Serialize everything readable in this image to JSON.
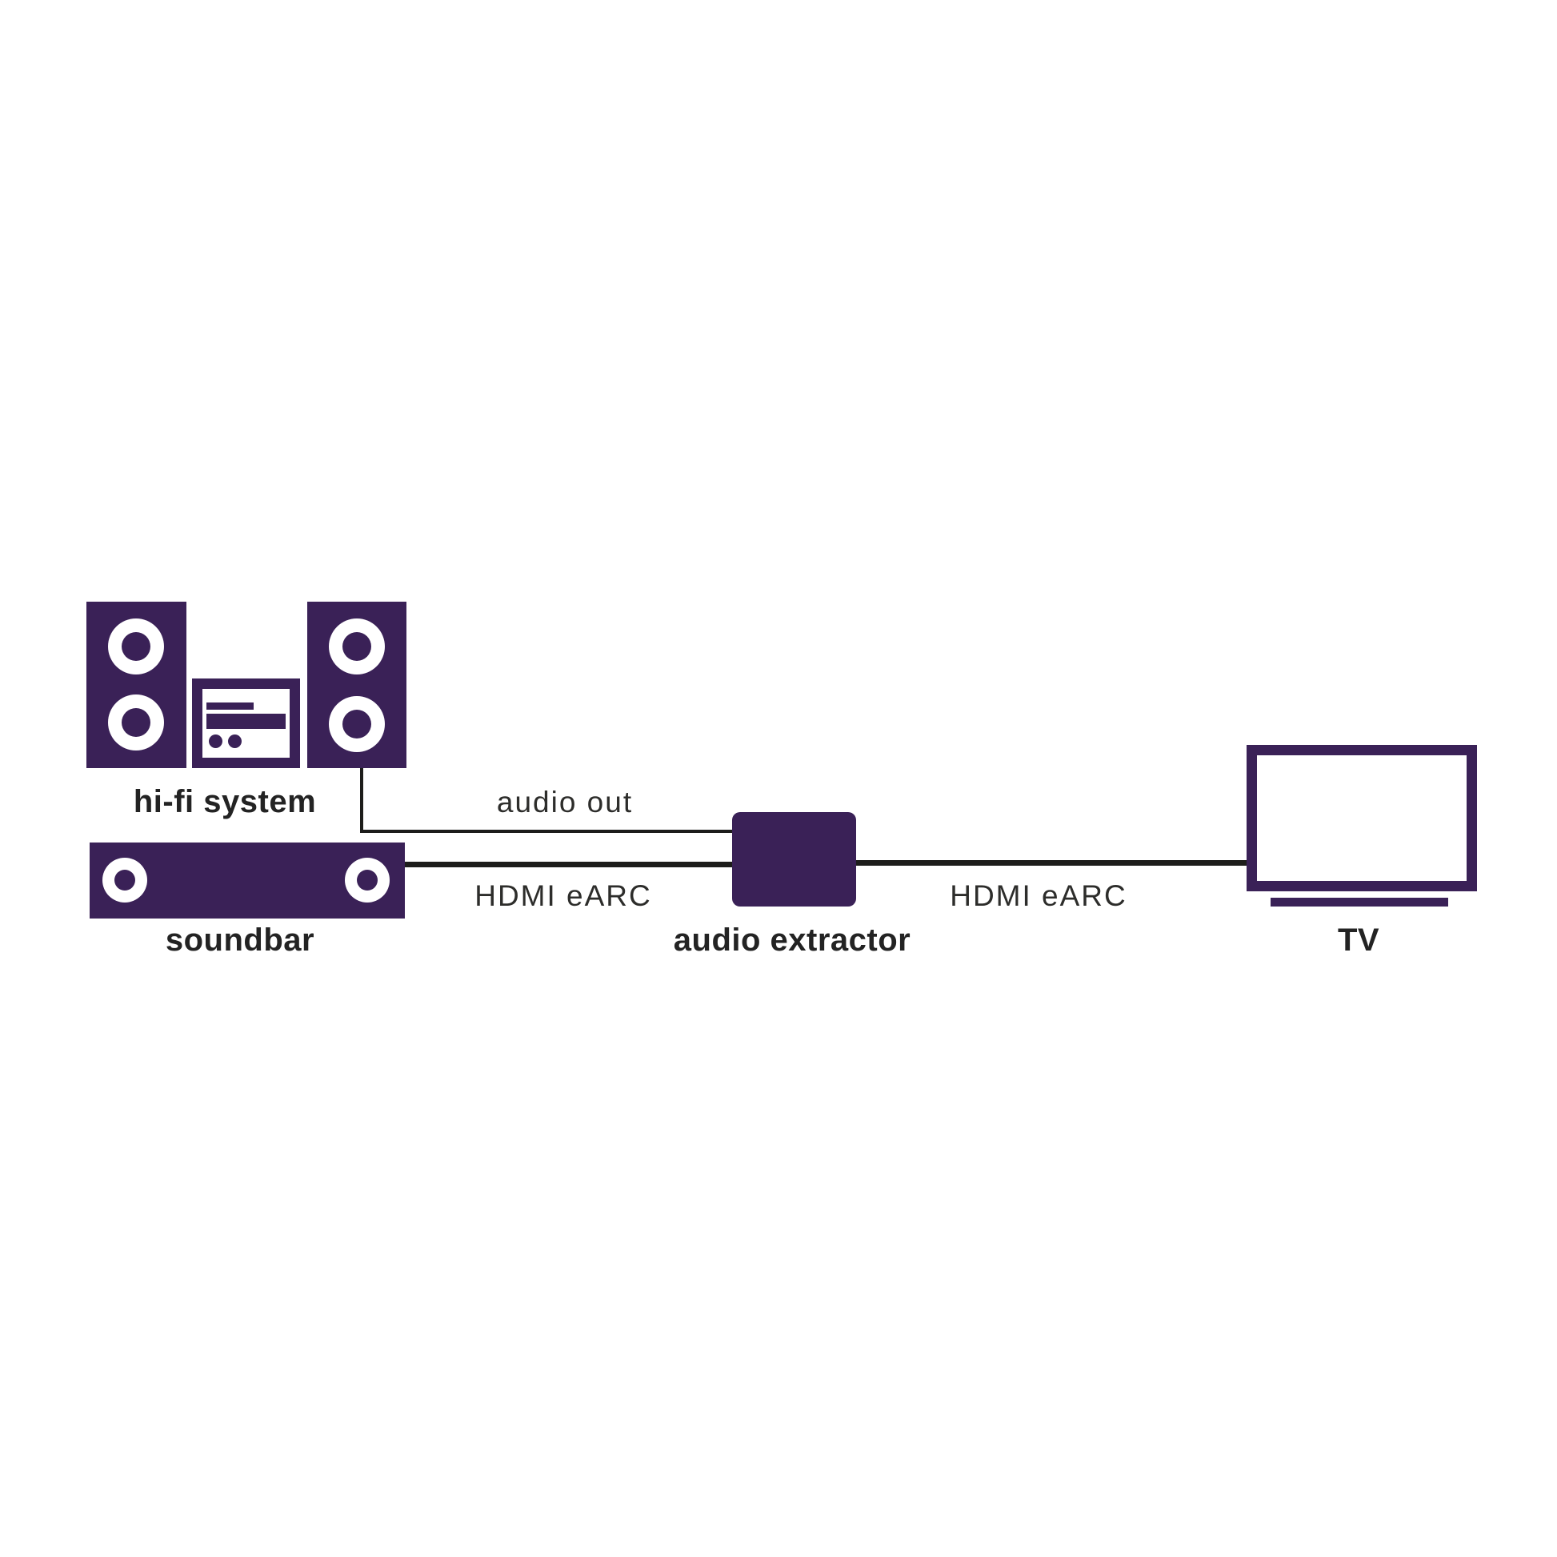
{
  "diagram": {
    "devices": [
      {
        "id": "hifi-system",
        "label": "hi-fi system"
      },
      {
        "id": "soundbar",
        "label": "soundbar"
      },
      {
        "id": "audio-extractor",
        "label": "audio extractor"
      },
      {
        "id": "tv",
        "label": "TV"
      }
    ],
    "connections": [
      {
        "from": "hi-fi system",
        "to": "audio extractor",
        "label": "audio out"
      },
      {
        "from": "soundbar",
        "to": "audio extractor",
        "label": "HDMI eARC"
      },
      {
        "from": "audio extractor",
        "to": "TV",
        "label": "HDMI eARC"
      }
    ]
  },
  "colors": {
    "device-purple": "#3a2157",
    "line-black": "#1d1d1b",
    "label-dark": "#232323",
    "connector-label": "#2d2d2b",
    "background": "#ffffff"
  }
}
